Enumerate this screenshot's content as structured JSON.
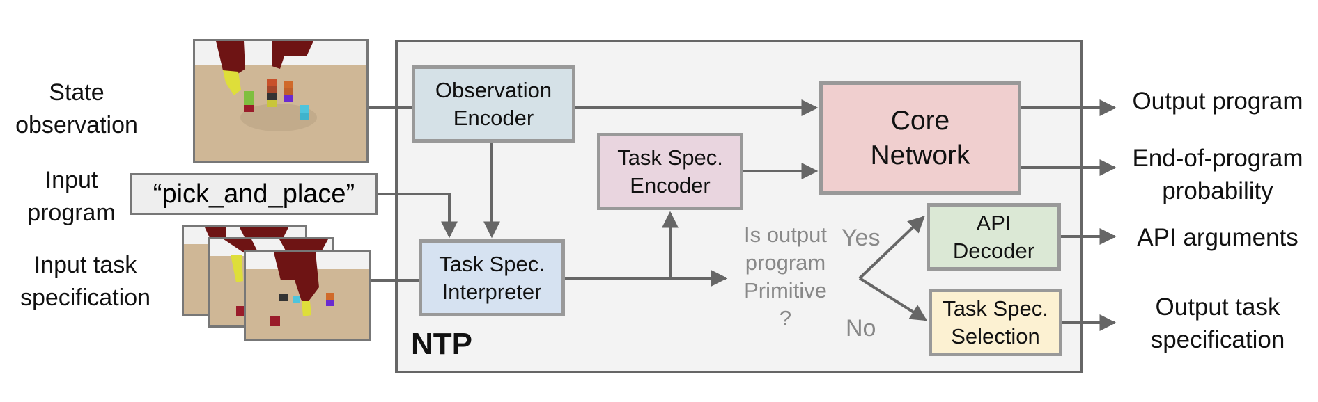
{
  "inputs": {
    "state_observation": [
      "State",
      "observation"
    ],
    "input_program": [
      "Input",
      "program"
    ],
    "input_task_spec": [
      "Input task",
      "specification"
    ],
    "program_value": "“pick_and_place”"
  },
  "ntp": {
    "title": "NTP",
    "modules": {
      "observation_encoder": {
        "lines": [
          "Observation",
          "Encoder"
        ],
        "color": "#d5e1e7"
      },
      "task_spec_encoder": {
        "lines": [
          "Task Spec.",
          "Encoder"
        ],
        "color": "#e9d5df"
      },
      "core_network": {
        "lines": [
          "Core",
          "Network"
        ],
        "color": "#f0cfcf"
      },
      "task_spec_interpreter": {
        "lines": [
          "Task Spec.",
          "Interpreter"
        ],
        "color": "#d6e2f1"
      },
      "api_decoder": {
        "lines": [
          "API",
          "Decoder"
        ],
        "color": "#dbe8d5"
      },
      "task_spec_selection": {
        "lines": [
          "Task Spec.",
          "Selection"
        ],
        "color": "#fcf1d2"
      }
    },
    "decision": {
      "question": [
        "Is output",
        "program",
        "Primitive",
        "?"
      ],
      "yes": "Yes",
      "no": "No"
    }
  },
  "outputs": {
    "output_program": "Output program",
    "end_of_program": [
      "End-of-program",
      "probability"
    ],
    "api_arguments": "API arguments",
    "output_task_spec": [
      "Output task",
      "specification"
    ]
  },
  "colors": {
    "frame_bg": "#f3f3f3",
    "frame_border": "#666666",
    "box_border": "#999999",
    "arrow": "#666666",
    "decision_text": "#888888"
  }
}
